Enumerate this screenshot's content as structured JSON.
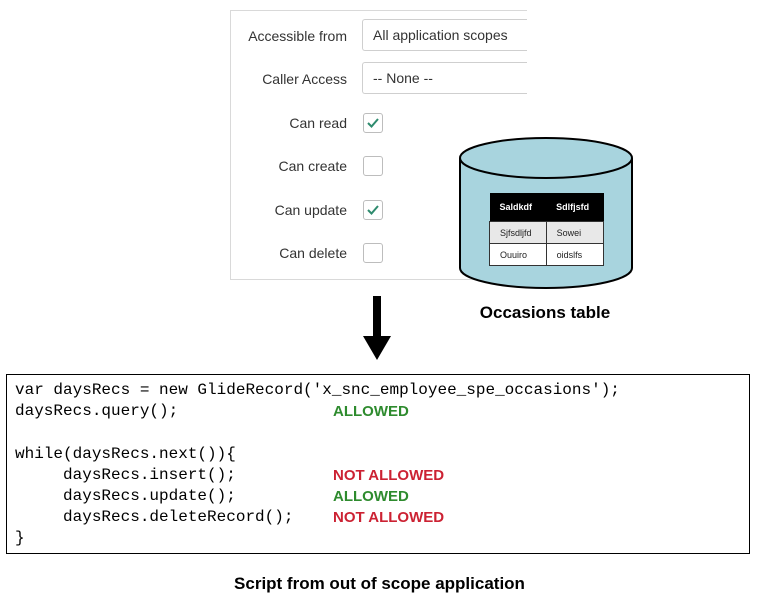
{
  "form": {
    "accessible_from": {
      "label": "Accessible from",
      "value": "All application scopes"
    },
    "caller_access": {
      "label": "Caller Access",
      "value": "-- None --"
    },
    "can_read": {
      "label": "Can read",
      "checked": true
    },
    "can_create": {
      "label": "Can create",
      "checked": false
    },
    "can_update": {
      "label": "Can update",
      "checked": true
    },
    "can_delete": {
      "label": "Can delete",
      "checked": false
    },
    "check_color": "#2e8b6e"
  },
  "database": {
    "caption": "Occasions table",
    "fill_color": "#a8d4de",
    "headers": [
      "Saldkdf",
      "Sdlfjsfd"
    ],
    "rows": [
      [
        "Sjfsdljfd",
        "Sowei"
      ],
      [
        "Ouuiro",
        "oidslfs"
      ]
    ]
  },
  "code": {
    "lines": [
      "var daysRecs = new GlideRecord('x_snc_employee_spe_occasions');",
      "daysRecs.query();",
      "",
      "while(daysRecs.next()){",
      "     daysRecs.insert();",
      "     daysRecs.update();",
      "     daysRecs.deleteRecord();",
      "}"
    ],
    "annotations": {
      "query": "ALLOWED",
      "insert": "NOT ALLOWED",
      "update": "ALLOWED",
      "delete": "NOT ALLOWED"
    },
    "colors": {
      "allowed": "#2e8b2e",
      "not_allowed": "#cc2233"
    }
  },
  "caption": "Script from out of scope application"
}
